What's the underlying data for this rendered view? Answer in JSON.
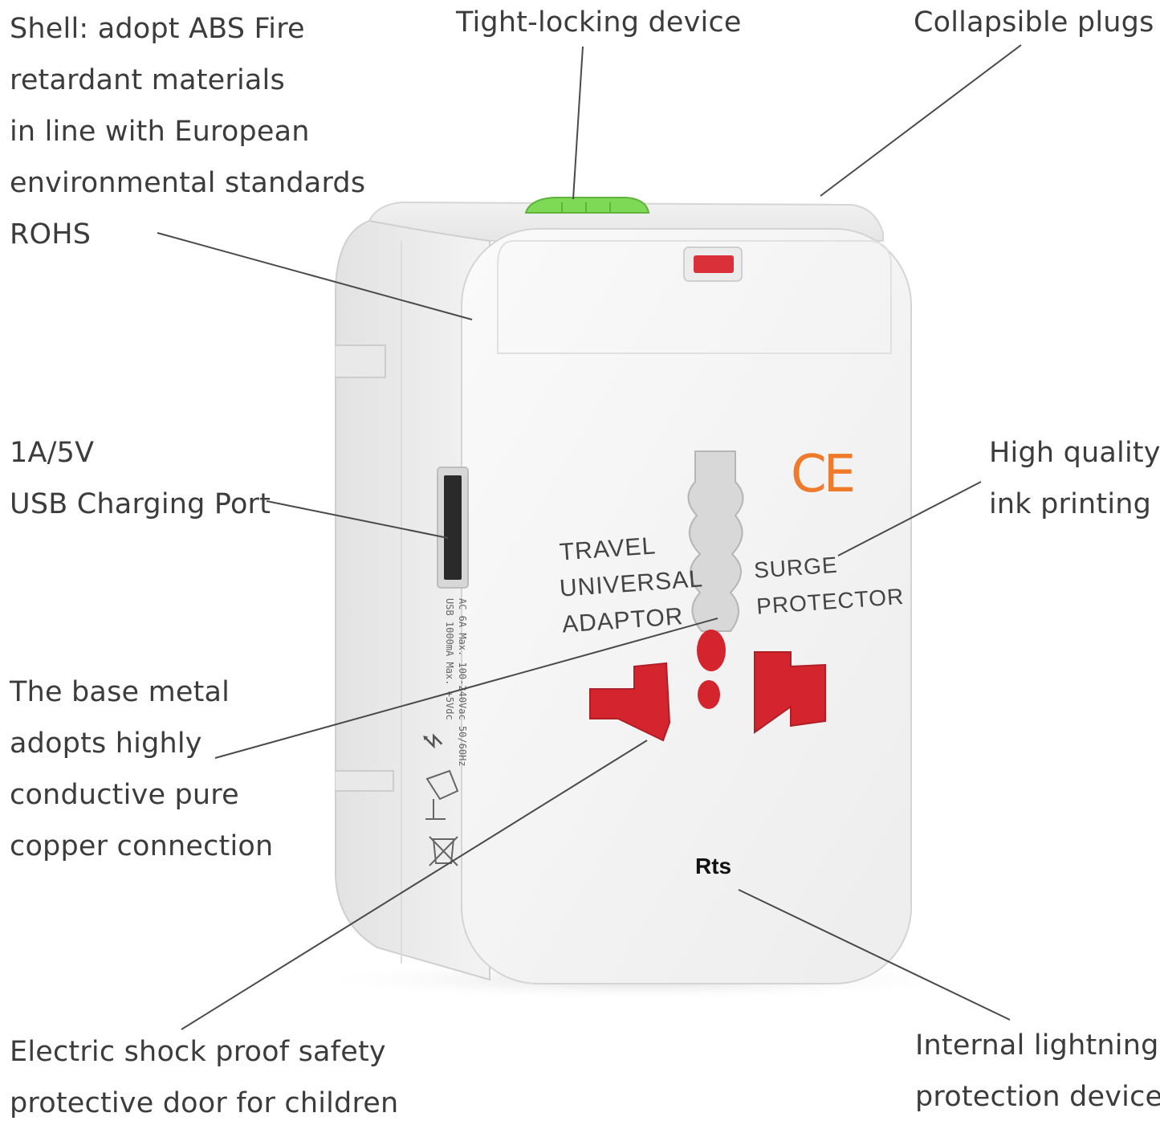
{
  "callouts": {
    "shell": [
      "Shell: adopt ABS Fire",
      "retardant materials",
      "in line with European",
      "environmental standards",
      "ROHS"
    ],
    "locking": [
      "Tight-locking device"
    ],
    "plugs": [
      "Collapsible plugs"
    ],
    "usb": [
      "1A/5V",
      "USB Charging Port"
    ],
    "printing": [
      "High quality",
      "ink printing"
    ],
    "metal": [
      "The base metal",
      "adopts highly",
      "conductive pure",
      "copper connection"
    ],
    "door": [
      "Electric shock proof safety",
      "protective door for children"
    ],
    "lightning": [
      "Internal lightning",
      "protection device"
    ]
  },
  "product": {
    "label_left": [
      "TRAVEL",
      "UNIVERSAL",
      "ADAPTOR"
    ],
    "label_right": [
      "SURGE",
      "PROTECTOR"
    ],
    "ce_mark": "CE",
    "brand": "Rts",
    "side_spec": [
      "AC  6A Max. 100-240Vac  50/60Hz",
      "USB 1000mA Max. +5Vdc"
    ]
  },
  "colors": {
    "body": "#f4f4f4",
    "button": "#7ed957",
    "indicator": "#d9303a",
    "socket": "#d4252f",
    "ce": "#ef7a2a",
    "leader": "#4a4a4a"
  }
}
